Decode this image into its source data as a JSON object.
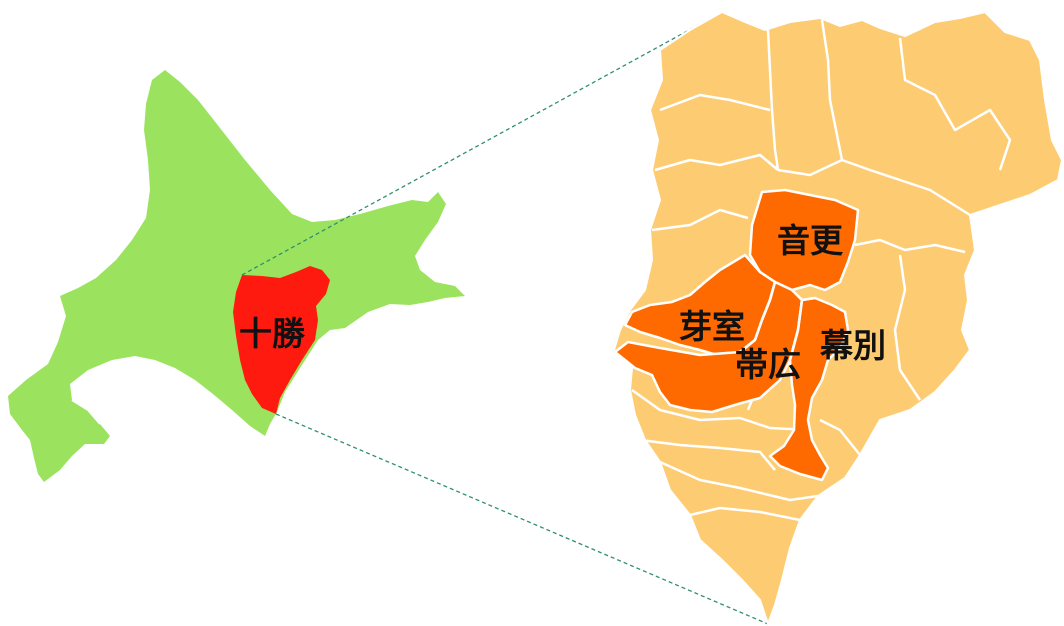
{
  "colors": {
    "hokkaido": "#9be35e",
    "tokachi_highlight": "#ff1a10",
    "municipality": "#fdcc72",
    "highlighted_municipality": "#ff6a00",
    "boundary": "#ffffff",
    "connector_line": "#2f8f6f"
  },
  "overview_map": {
    "region_label": "十勝"
  },
  "detail_map": {
    "labels": {
      "otofuke": "音更",
      "memuro": "芽室",
      "obihiro": "帯広",
      "makubetsu": "幕別"
    }
  }
}
